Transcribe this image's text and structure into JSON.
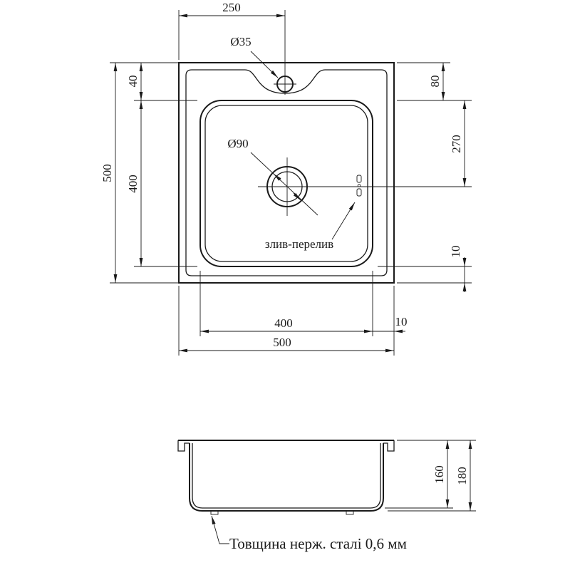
{
  "top_view": {
    "dim_faucet_offset": "250",
    "dim_faucet_hole": "Ø35",
    "dim_top_gap": "40",
    "dim_right_top": "80",
    "dim_drain_offset": "270",
    "dim_total_height": "500",
    "dim_bowl_height": "400",
    "dim_bottom_right_gap": "10",
    "dim_drain_hole": "Ø90",
    "overflow_label": "злив-перелив",
    "dim_bowl_width": "400",
    "dim_right_gap": "10",
    "dim_total_width": "500"
  },
  "side_view": {
    "dim_bowl_depth": "160",
    "dim_total_depth": "180",
    "note": "Товщина нерж. сталі 0,6 мм"
  },
  "colors": {
    "line": "#1a1a1a",
    "background": "#ffffff"
  }
}
